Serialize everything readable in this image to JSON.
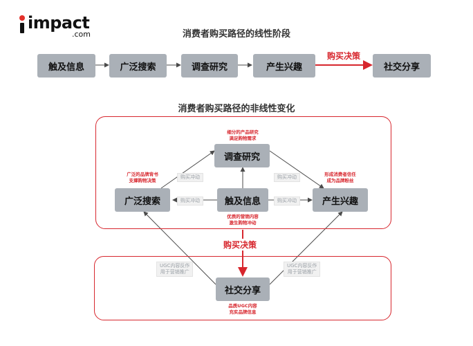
{
  "logo": {
    "brand": "impact",
    "domain": ".com"
  },
  "linear": {
    "title": "消费者购买路径的线性阶段",
    "steps": [
      "触及信息",
      "广泛搜索",
      "调查研究",
      "产生兴趣"
    ],
    "decision": "购买决策",
    "final": "社交分享"
  },
  "nonlinear": {
    "title": "消费者购买路径的非线性变化",
    "nodes": {
      "research": "调查研究",
      "search": "广泛搜索",
      "touch": "触及信息",
      "interest": "产生兴趣",
      "share": "社交分享"
    },
    "notes": {
      "research_1": "细分的产品研究",
      "research_2": "满足购物需求",
      "search_1": "广泛的品牌背书",
      "search_2": "支撑购物决策",
      "touch_1": "优质的营销内容",
      "touch_2": "激生购物冲动",
      "interest_1": "形成消费者信任",
      "interest_2": "成为品牌粉丝",
      "share_1": "品质UGC内容",
      "share_2": "充实品牌信息"
    },
    "impulse_labels": [
      "购买冲动",
      "购买冲动",
      "购买冲动",
      "购买冲动"
    ],
    "ugc_left_1": "UGC内容反作",
    "ugc_left_2": "用于营销推广",
    "ugc_right_1": "UGC内容反作",
    "ugc_right_2": "用于营销推广",
    "decision": "购买决策"
  },
  "colors": {
    "accent": "#d7262d",
    "box": "#aab0b7",
    "text": "#333333"
  }
}
